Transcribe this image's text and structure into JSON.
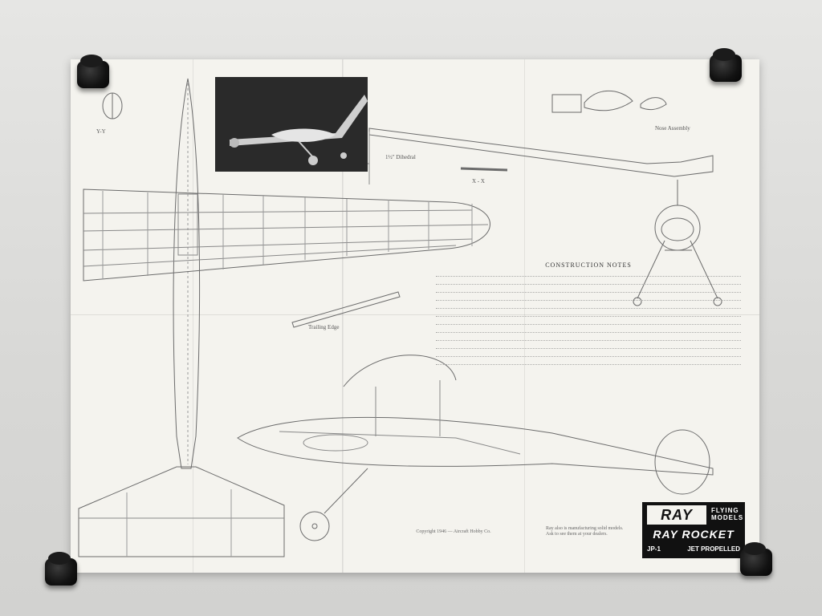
{
  "poster": {
    "construction_notes_title": "CONSTRUCTION NOTES",
    "plan_labels": {
      "section_yy": "Y-Y",
      "section_xx": "X - X",
      "nose_assembly": "Nose Assembly",
      "dihedral": "1½\" Dihedral",
      "trailing_edge": "Trailing Edge"
    },
    "copyright": "Copyright 1946 — Aircraft Hobby Co.",
    "catalog_note": "Ray also is manufacturing solid models. Ask to see them at your dealers.",
    "brand": {
      "name": "RAY",
      "tagline_line1": "FLYING",
      "tagline_line2": "MODELS",
      "model_name": "RAY ROCKET",
      "plan_number": "JP-1",
      "type": "JET PROPELLED"
    }
  },
  "colors": {
    "paper": "#f4f3ee",
    "ink": "#555555",
    "logo_background": "#111111",
    "clips": "#111111"
  }
}
